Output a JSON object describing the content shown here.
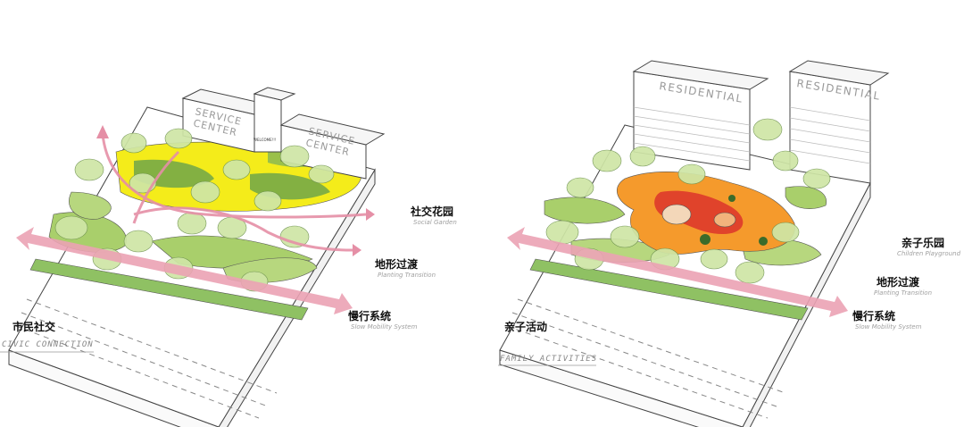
{
  "left_panel": {
    "title_cn": "市民社交",
    "title_en": "CIVIC CONNECTION",
    "buildings": [
      {
        "line1": "SERVICE",
        "line2": "CENTER"
      },
      {
        "line1": "SERVICE",
        "line2": "CENTER"
      }
    ],
    "welcome_sign": "WELCOME!!!",
    "annotations": [
      {
        "cn": "社交花园",
        "en": "Social Garden"
      },
      {
        "cn": "地形过渡",
        "en": "Planting Transition"
      },
      {
        "cn": "慢行系统",
        "en": "Slow Mobility System"
      }
    ]
  },
  "right_panel": {
    "title_cn": "亲子活动",
    "title_en": "FAMILY ACTIVITIES",
    "buildings": [
      {
        "label": "RESIDENTIAL"
      },
      {
        "label": "RESIDENTIAL"
      }
    ],
    "annotations": [
      {
        "cn": "亲子乐园",
        "en": "Children Playground"
      },
      {
        "cn": "地形过渡",
        "en": "Planting Transition"
      },
      {
        "cn": "慢行系统",
        "en": "Slow Mobility System"
      }
    ]
  },
  "colors": {
    "arrow": "#e58fa6",
    "grass": "#a9cf6b",
    "lawn_dark": "#6fa64a",
    "yellow_plaza": "#f4ec1a",
    "playground_orange": "#f07b22",
    "playground_red": "#e0432b",
    "tree": "#cfe6a6",
    "road": "#ffffff",
    "outline": "#333333"
  }
}
